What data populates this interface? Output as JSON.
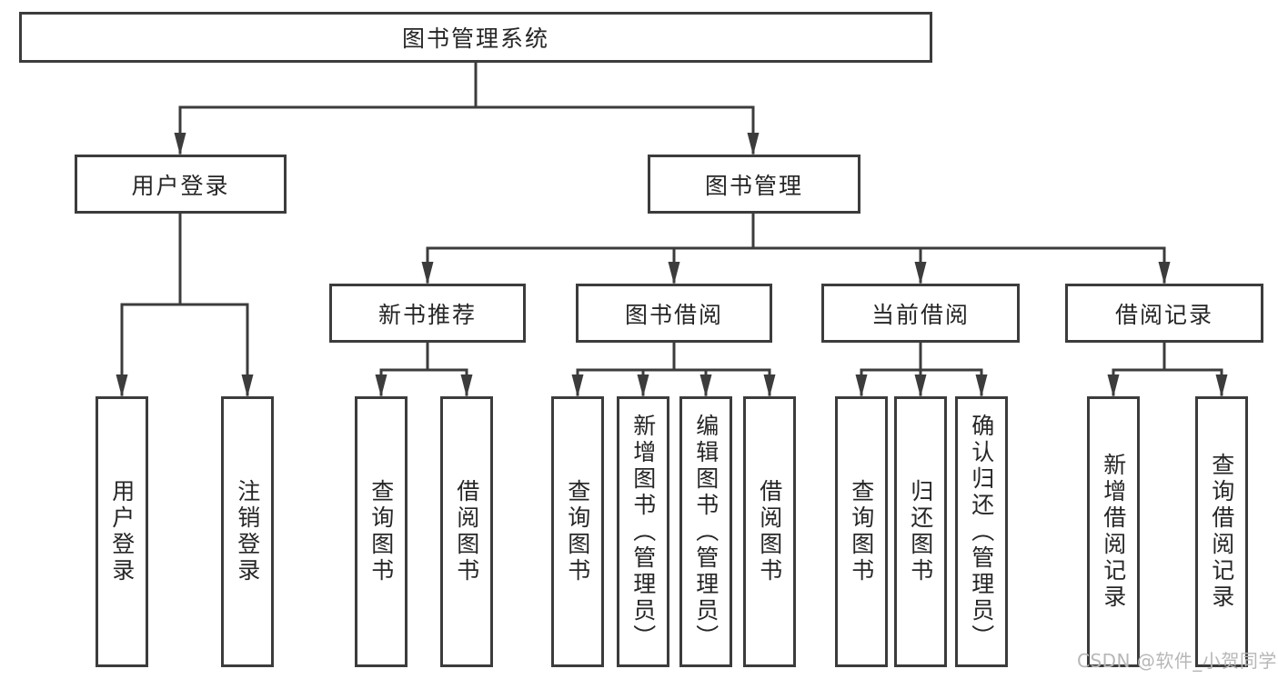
{
  "nodes": {
    "root": {
      "label": "图书管理系统"
    },
    "level2": [
      {
        "label": "用户登录"
      },
      {
        "label": "图书管理"
      }
    ],
    "level3": [
      {
        "label": "新书推荐"
      },
      {
        "label": "图书借阅"
      },
      {
        "label": "当前借阅"
      },
      {
        "label": "借阅记录"
      }
    ],
    "leaves": {
      "user_login": [
        "用户登录",
        "注销登录"
      ],
      "new_books": [
        "查询图书",
        "借阅图书"
      ],
      "book_borrowing": [
        "查询图书",
        "新增图书（管理员）",
        "编辑图书（管理员）",
        "借阅图书"
      ],
      "current_borrowing": [
        "查询图书",
        "归还图书",
        "确认归还（管理员）"
      ],
      "borrowing_records": [
        "新增借阅记录",
        "查询借阅记录"
      ]
    }
  },
  "watermark": "CSDN @软件_小贺同学",
  "colors": {
    "line": "#3c3c3c",
    "box_border": "#3c3c3c",
    "box_fill": "#ffffff",
    "text": "#262626",
    "watermark": "#b7b7b7",
    "background": "#ffffff"
  }
}
